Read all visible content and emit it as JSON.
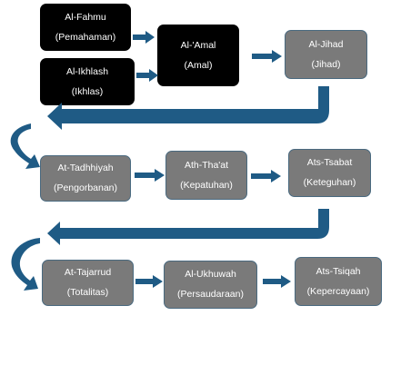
{
  "rows": [
    {
      "boxes": [
        {
          "id": "fahmu",
          "title": "Al-Fahmu",
          "subtitle": "(Pemahaman)",
          "color": "#000000"
        },
        {
          "id": "ikhlash",
          "title": "Al-Ikhlash",
          "subtitle": "(Ikhlas)",
          "color": "#000000"
        },
        {
          "id": "amal",
          "title": "Al-'Amal",
          "subtitle": "(Amal)",
          "color": "#000000"
        },
        {
          "id": "jihad",
          "title": "Al-Jihad",
          "subtitle": "(Jihad)",
          "color": "#7a7a7a"
        }
      ]
    },
    {
      "boxes": [
        {
          "id": "tadhhiyah",
          "title": "At-Tadhhiyah",
          "subtitle": "(Pengorbanan)",
          "color": "#7a7a7a"
        },
        {
          "id": "thaat",
          "title": "Ath-Tha'at",
          "subtitle": "(Kepatuhan)",
          "color": "#7a7a7a"
        },
        {
          "id": "tsabat",
          "title": "Ats-Tsabat",
          "subtitle": "(Keteguhan)",
          "color": "#7a7a7a"
        }
      ]
    },
    {
      "boxes": [
        {
          "id": "tajarrud",
          "title": "At-Tajarrud",
          "subtitle": "(Totalitas)",
          "color": "#7a7a7a"
        },
        {
          "id": "ukhuwah",
          "title": "Al-Ukhuwah",
          "subtitle": "(Persaudaraan)",
          "color": "#7a7a7a"
        },
        {
          "id": "tsiqah",
          "title": "Ats-Tsiqah",
          "subtitle": "(Kepercayaan)",
          "color": "#7a7a7a"
        }
      ]
    }
  ],
  "arrow_color": "#1f5b85",
  "arrow_icon": "right-arrow-icon",
  "connector_icon": "curved-connector-icon"
}
